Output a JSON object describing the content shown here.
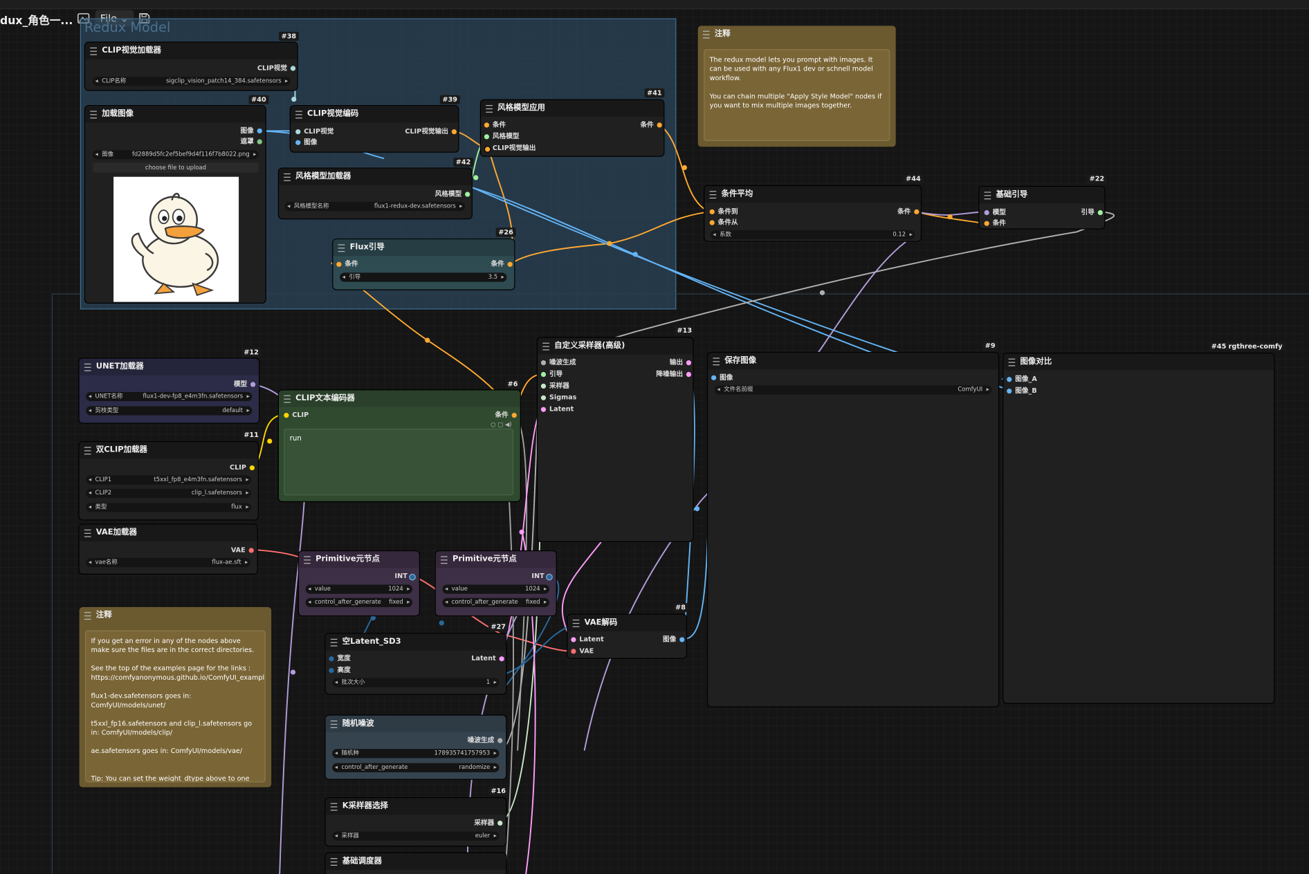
{
  "app": {
    "title": "dux_角色一...",
    "file_menu": "File"
  },
  "colors": {
    "clip_vision": "#a8dadc",
    "image": "#64b5f6",
    "conditioning": "#ffa931",
    "model": "#b39ddb",
    "clip": "#ffd500",
    "vae": "#ff6e6e",
    "latent": "#ff9cf9",
    "int": "#29699c",
    "noise": "#b0b0b0",
    "sampler": "#c8e6c9"
  },
  "group_redux": {
    "title": "Redux Model"
  },
  "n38": {
    "id": "#38",
    "title": "CLIP视觉加载器",
    "out": "CLIP视觉",
    "w_label": "CLIP名称",
    "w_value": "sigclip_vision_patch14_384.safetensors"
  },
  "n40": {
    "id": "#40",
    "title": "加载图像",
    "out1": "图像",
    "out2": "遮罩",
    "w_label": "图像",
    "w_value": "fd2889d5fc2ef5bef9d4f116f7b8022.png",
    "button": "choose file to upload"
  },
  "n39": {
    "id": "#39",
    "title": "CLIP视觉编码",
    "in1": "CLIP视觉",
    "in2": "图像",
    "out": "CLIP视觉输出"
  },
  "n41": {
    "id": "#41",
    "title": "风格模型应用",
    "in1": "条件",
    "in2": "风格模型",
    "in3": "CLIP视觉输出",
    "out": "条件"
  },
  "n42": {
    "id": "#42",
    "title": "风格模型加载器",
    "out": "风格模型",
    "w_label": "风格模型名称",
    "w_value": "flux1-redux-dev.safetensors"
  },
  "n26": {
    "id": "#26",
    "title": "Flux引导",
    "in": "条件",
    "out": "条件",
    "w_label": "引导",
    "w_value": "3.5"
  },
  "note1": {
    "title": "注释",
    "text": "The redux model lets you prompt with images. It can be used with any Flux1 dev or schnell model workflow.\n\nYou can chain multiple \"Apply Style Model\" nodes if you want to mix multiple images together."
  },
  "n44": {
    "id": "#44",
    "title": "条件平均",
    "in1": "条件到",
    "in2": "条件从",
    "out": "条件",
    "w_label": "系数",
    "w_value": "0.12"
  },
  "n22": {
    "id": "#22",
    "title": "基础引导",
    "in1": "模型",
    "in2": "条件",
    "out": "引导"
  },
  "n12": {
    "id": "#12",
    "title": "UNET加载器",
    "out": "模型",
    "w1_label": "UNET名称",
    "w1_value": "flux1-dev-fp8_e4m3fn.safetensors",
    "w2_label": "剪枝类型",
    "w2_value": "default"
  },
  "n11": {
    "id": "#11",
    "title": "双CLIP加载器",
    "out": "CLIP",
    "w1_label": "CLIP1",
    "w1_value": "t5xxl_fp8_e4m3fn.safetensors",
    "w2_label": "CLIP2",
    "w2_value": "clip_l.safetensors",
    "w3_label": "类型",
    "w3_value": "flux"
  },
  "n_vae": {
    "title": "VAE加载器",
    "out": "VAE",
    "w_label": "vae名称",
    "w_value": "flux-ae.sft"
  },
  "n6": {
    "id": "#6",
    "title": "CLIP文本编码器",
    "in": "CLIP",
    "out": "条件",
    "text": "run"
  },
  "n13": {
    "id": "#13",
    "title": "自定义采样器(高级)",
    "in1": "噪波生成",
    "in2": "引导",
    "in3": "采样器",
    "in4": "Sigmas",
    "in5": "Latent",
    "out1": "输出",
    "out2": "降噪输出"
  },
  "n9": {
    "id": "#9",
    "title": "保存图像",
    "in": "图像",
    "w_label": "文件名前缀",
    "w_value": "ComfyUI"
  },
  "n45": {
    "id": "#45 rgthree-comfy",
    "title": "图像对比",
    "in1": "图像_A",
    "in2": "图像_B"
  },
  "prim1": {
    "title": "Primitive元节点",
    "out": "INT",
    "w1_label": "value",
    "w1_value": "1024",
    "w2_label": "control_after_generate",
    "w2_value": "fixed"
  },
  "prim2": {
    "title": "Primitive元节点",
    "out": "INT",
    "w1_label": "value",
    "w1_value": "1024",
    "w2_label": "control_after_generate",
    "w2_value": "fixed"
  },
  "n8": {
    "id": "#8",
    "title": "VAE解码",
    "in1": "Latent",
    "in2": "VAE",
    "out": "图像"
  },
  "note2": {
    "title": "注释",
    "text": "If you get an error in any of the nodes above make sure the files are in the correct directories.\n\nSee the top of the examples page for the links : https://comfyanonymous.github.io/ComfyUI_examples/flux/\n\nflux1-dev.safetensors goes in: ComfyUI/models/unet/\n\nt5xxl_fp16.safetensors and clip_l.safetensors go in: ComfyUI/models/clip/\n\nae.safetensors goes in: ComfyUI/models/vae/\n\n\nTip: You can set the weight_dtype above to one"
  },
  "n27": {
    "id": "#27",
    "title": "空Latent_SD3",
    "in1": "宽度",
    "in2": "高度",
    "out": "Latent",
    "w_label": "批次大小",
    "w_value": "1"
  },
  "noise": {
    "title": "随机噪波",
    "out": "噪波生成",
    "w1_label": "随机种",
    "w1_value": "178935741757953",
    "w2_label": "control_after_generate",
    "w2_value": "randomize"
  },
  "n16": {
    "id": "#16",
    "title": "K采样器选择",
    "out": "采样器",
    "w_label": "采样器",
    "w_value": "euler"
  },
  "sched": {
    "title": "基础调度器"
  }
}
